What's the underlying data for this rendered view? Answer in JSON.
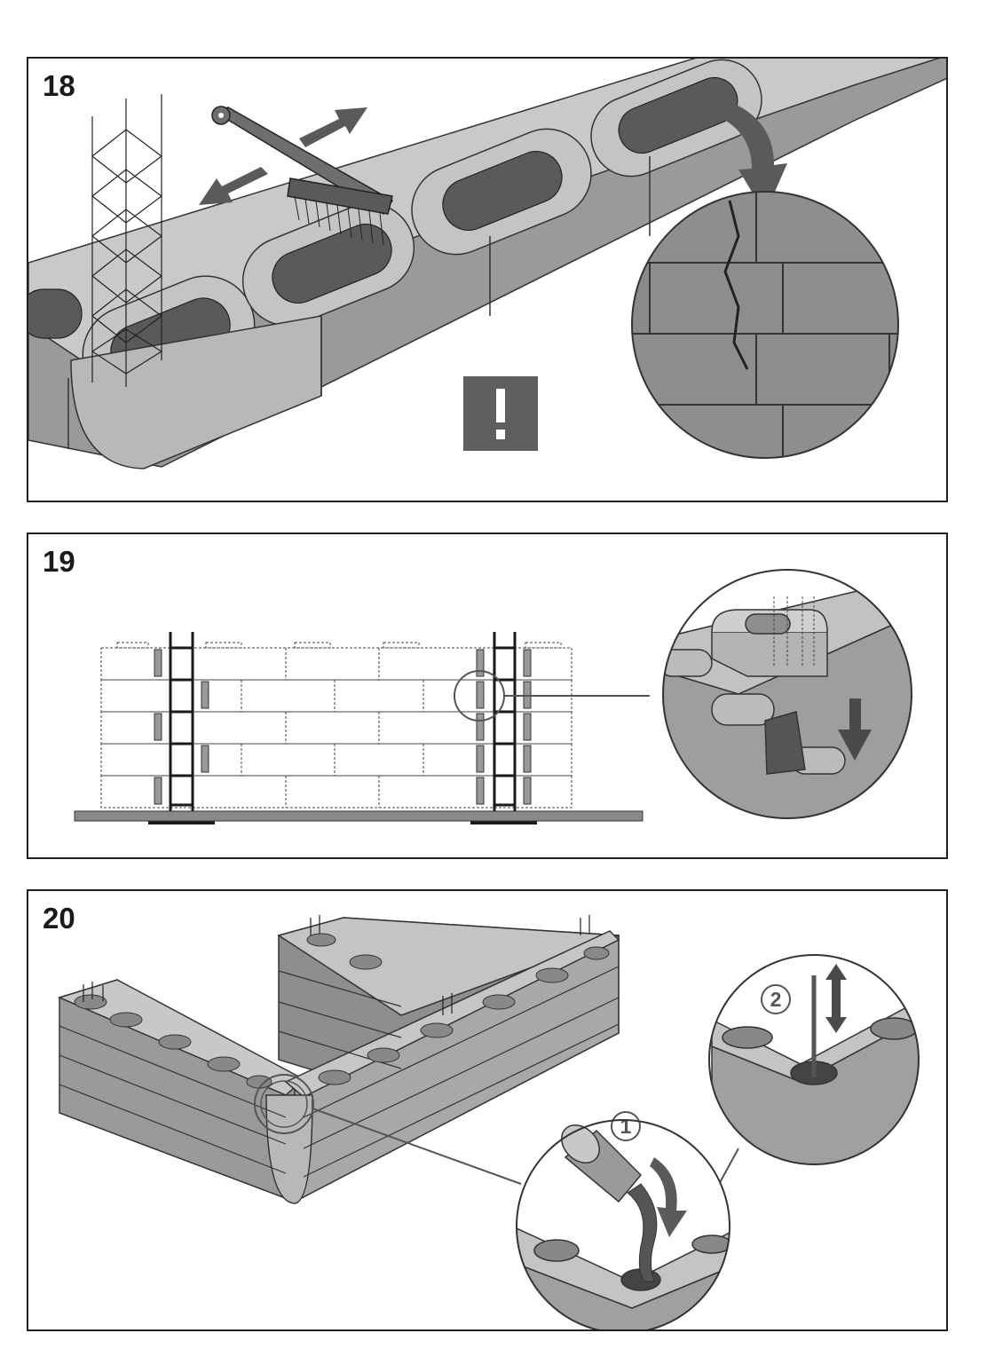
{
  "steps": [
    {
      "number": "18",
      "warning_symbol": "!"
    },
    {
      "number": "19"
    },
    {
      "number": "20",
      "markers": [
        "1",
        "2"
      ]
    }
  ],
  "icons": [
    "brush-icon",
    "double-arrow-icon",
    "curved-arrow-icon",
    "warning-icon",
    "down-arrow-icon",
    "updown-arrow-icon",
    "pour-can-icon",
    "rebar-ladder-icon"
  ],
  "colors": {
    "frame": "#222222",
    "block": "#b4b4b4",
    "block_dark": "#6e6e6e",
    "hole": "#5a5a5a",
    "warning_bg": "#5f5f5f",
    "arrow": "#5a5a5a"
  }
}
